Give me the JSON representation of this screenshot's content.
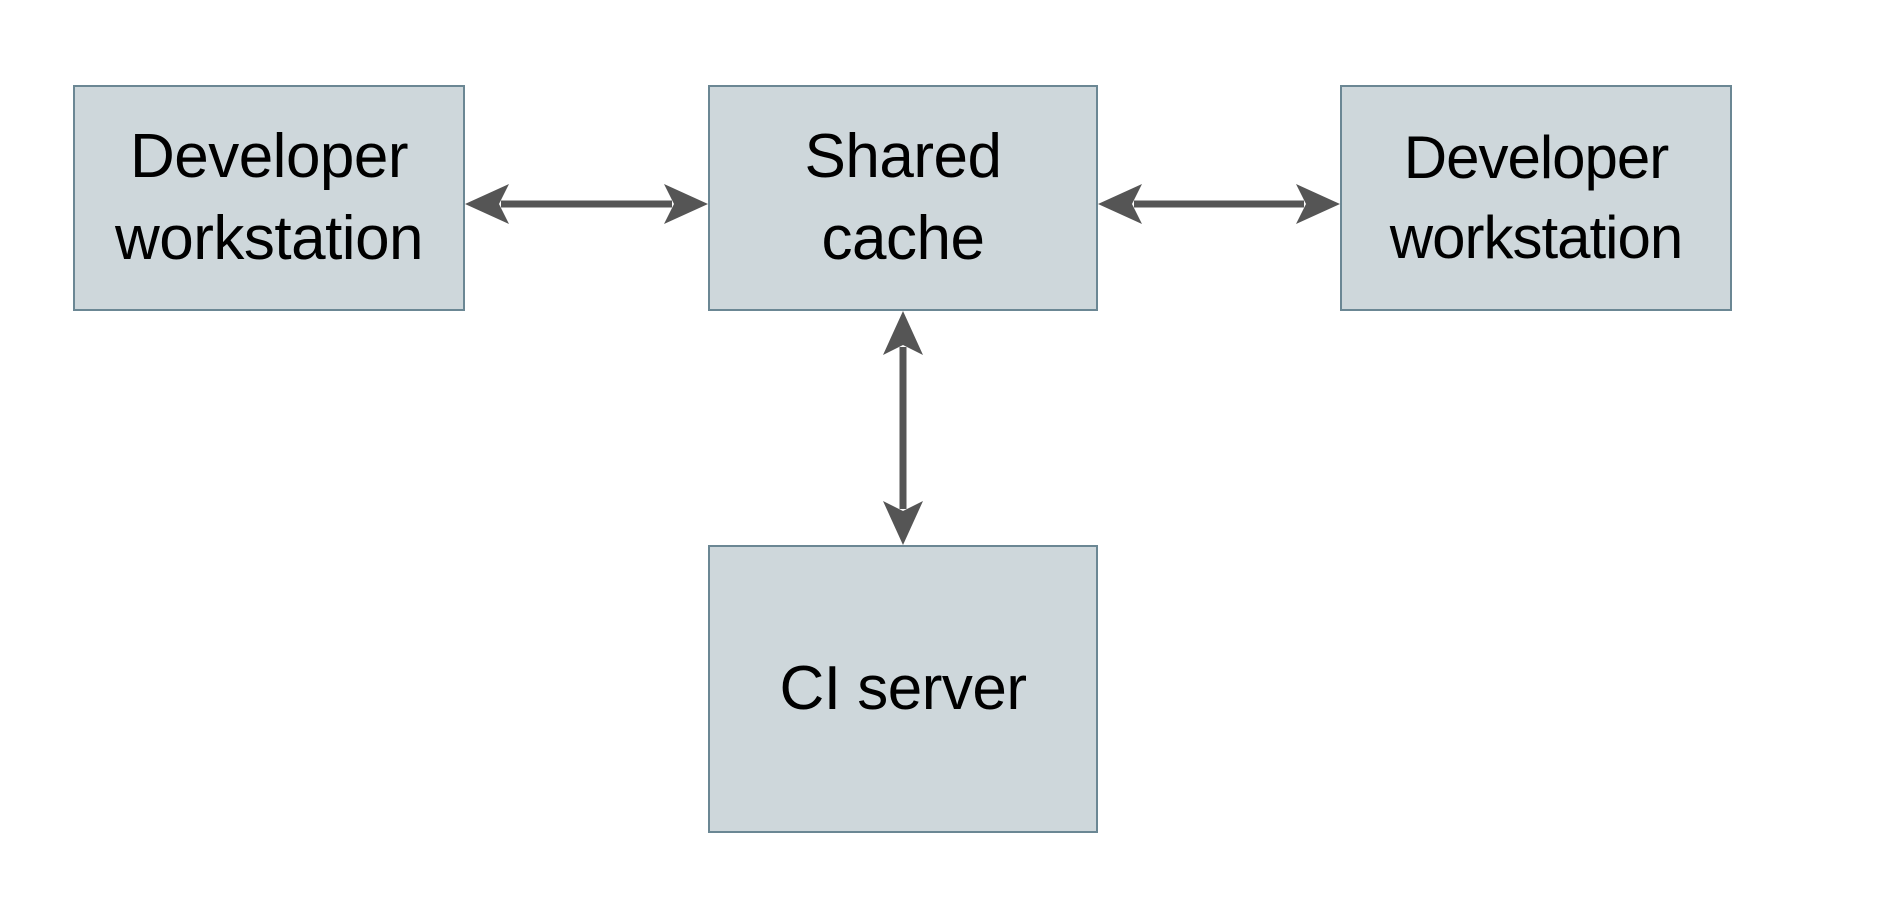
{
  "diagram": {
    "type": "block-diagram",
    "background_color": "#ffffff",
    "node_fill_color": "#ced7db",
    "node_border_color": "#6b8794",
    "edge_color": "#555555",
    "text_color": "#000000",
    "nodes": [
      {
        "id": "dev-left",
        "label": "Developer\nworkstation",
        "lines": [
          "Developer",
          "workstation"
        ]
      },
      {
        "id": "shared-cache",
        "label": "Shared\ncache",
        "lines": [
          "Shared",
          "cache"
        ]
      },
      {
        "id": "dev-right",
        "label": "Developer\nworkstation",
        "lines": [
          "Developer",
          "workstation"
        ]
      },
      {
        "id": "ci-server",
        "label": "CI server",
        "lines": [
          "CI server"
        ]
      }
    ],
    "edges": [
      {
        "id": "dev-left--shared-cache",
        "from": "dev-left",
        "to": "shared-cache",
        "direction": "bidirectional",
        "orientation": "horizontal",
        "label": ""
      },
      {
        "id": "shared-cache--dev-right",
        "from": "shared-cache",
        "to": "dev-right",
        "direction": "bidirectional",
        "orientation": "horizontal",
        "label": ""
      },
      {
        "id": "shared-cache--ci-server",
        "from": "shared-cache",
        "to": "ci-server",
        "direction": "bidirectional",
        "orientation": "vertical",
        "label": ""
      }
    ]
  }
}
